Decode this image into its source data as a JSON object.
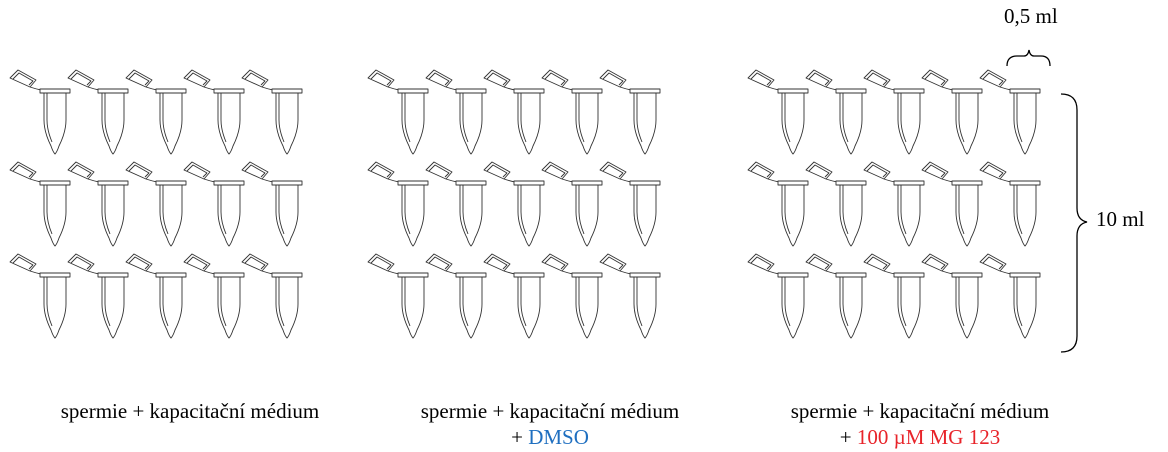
{
  "groups": [
    {
      "caption_line1": "spermie + kapacitační médium",
      "caption_line2": "",
      "tube_rows": 3,
      "tube_cols": 5
    },
    {
      "caption_line1": "spermie + kapacitační médium",
      "caption_line2_prefix": "+ ",
      "caption_line2_colored": "DMSO",
      "colored_text_color": "#1f6fc0",
      "tube_rows": 3,
      "tube_cols": 5
    },
    {
      "caption_line1": "spermie + kapacitační médium",
      "caption_line2_prefix": "+ ",
      "caption_line2_colored": "100 µM MG 123",
      "colored_text_color": "#e8242a",
      "tube_rows": 3,
      "tube_cols": 5
    }
  ],
  "dimensions": {
    "single_tube_volume": "0,5 ml",
    "total_volume": "10 ml"
  }
}
